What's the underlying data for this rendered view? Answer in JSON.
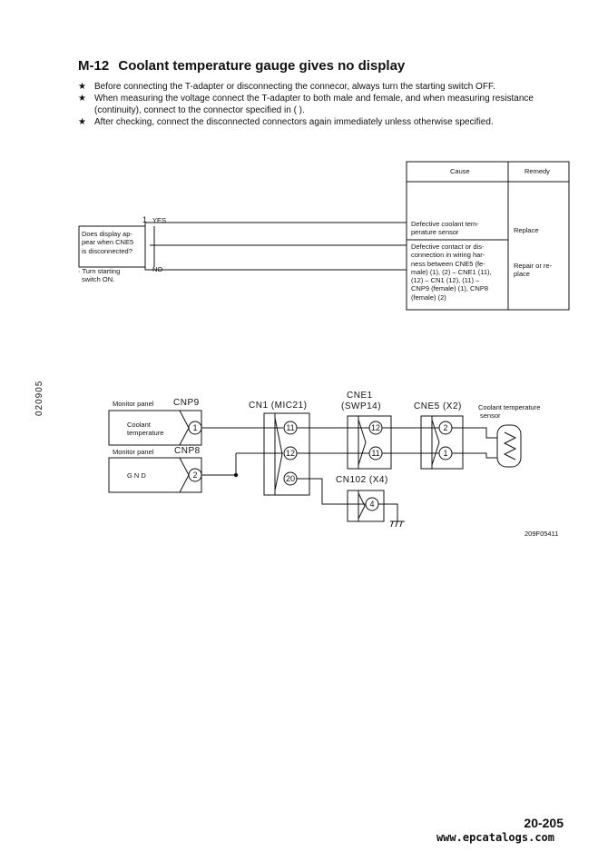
{
  "header": {
    "code": "M-12",
    "title": "Coolant temperature gauge gives no display"
  },
  "notes": [
    {
      "marker": "★",
      "text": "Before connecting the T-adapter or disconnecting the connecor, always turn the starting switch OFF."
    },
    {
      "marker": "★",
      "text": "When measuring the voltage connect the T-adapter to both male and female, and when measuring resistance (continuity), connect to the connector specified in (     )."
    },
    {
      "marker": "★",
      "text": "After checking, connect the disconnected connectors again immediately unless otherwise specified."
    }
  ],
  "troubleshooting": {
    "columns": {
      "cause": "Cause",
      "remedy": "Remedy"
    },
    "step_number": "1",
    "question": [
      "Does display ap-",
      "pear when CNE5",
      "is disconnected?"
    ],
    "precondition": [
      "· Turn starting",
      "switch ON."
    ],
    "yes_label": "YES",
    "no_label": "NO",
    "rows": [
      {
        "cause": [
          "Defective coolant tem-",
          "perature sensor"
        ],
        "remedy": [
          "Replace"
        ]
      },
      {
        "cause": [
          "Defective contact or dis-",
          "connection in wiring har-",
          "ness between CNE5 (fe-",
          "male) (1), (2) – CNE1 (11),",
          "(12) – CN1 (12), (11) –",
          "CNP9 (female) (1), CNP8",
          "(female) (2)"
        ],
        "remedy": [
          "Repair or re-",
          "place"
        ]
      }
    ]
  },
  "wiring": {
    "monitor_panel_1": "Monitor panel",
    "cnp9": "CNP9",
    "coolant_box": [
      "Coolant",
      "temperature"
    ],
    "monitor_panel_2": "Monitor panel",
    "cnp8": "CNP8",
    "gnd": "G   N   D",
    "cn1": "CN1 (MIC21)",
    "cne1_a": "CNE1",
    "cne1_b": "(SWP14)",
    "cne5": "CNE5 (X2)",
    "sensor": [
      "Coolant temperature",
      "sensor"
    ],
    "cn102": "CN102 (X4)",
    "pins": {
      "cnp9": "1",
      "cnp8": "2",
      "cn1_a": "11",
      "cn1_b": "12",
      "cn1_c": "20",
      "cne1_a": "12",
      "cne1_b": "11",
      "cne5_a": "2",
      "cne5_b": "1",
      "cn102": "4"
    },
    "figure_id": "209F05411"
  },
  "side_code": "020905",
  "page_number": "20-205",
  "watermark": "www.epcatalogs.com"
}
